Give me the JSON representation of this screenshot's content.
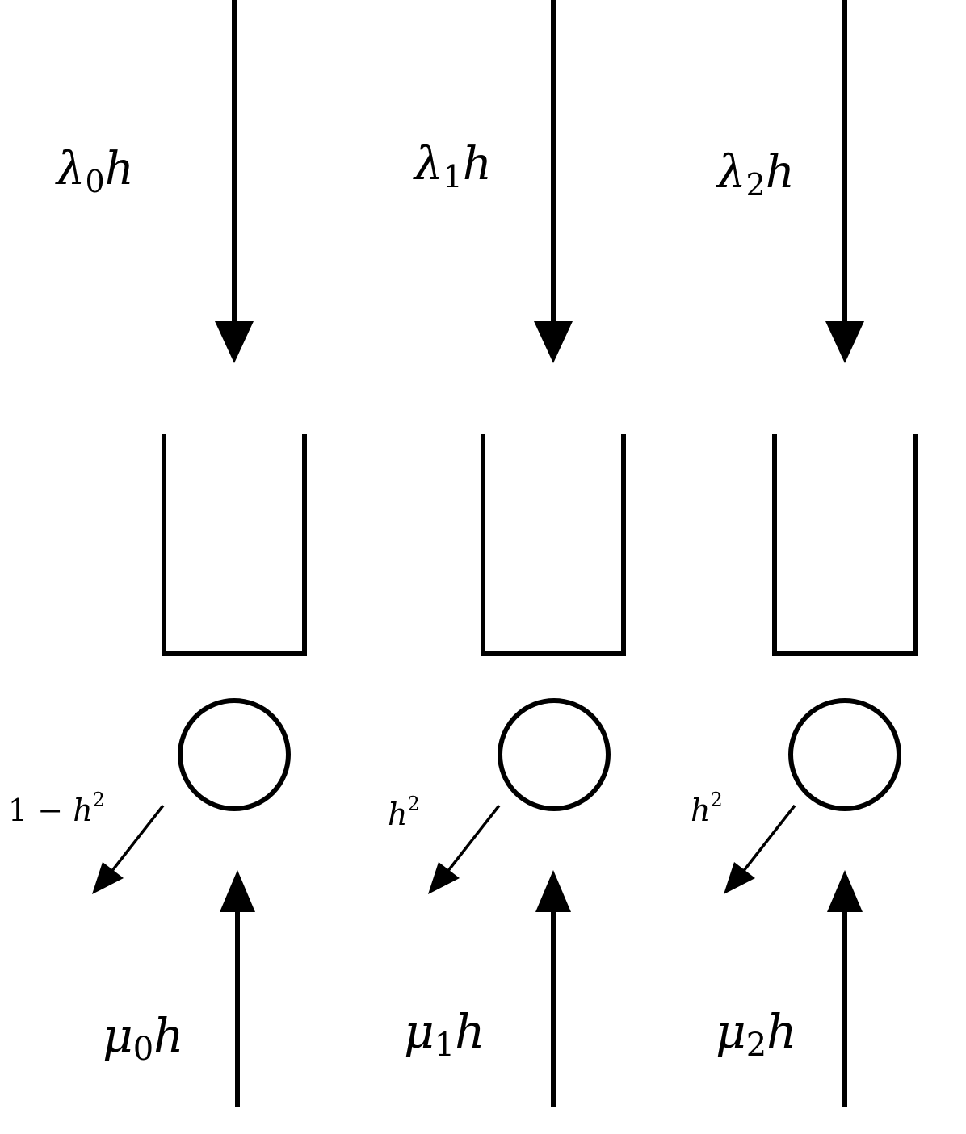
{
  "colors": {
    "ink": "#000000",
    "background": "#ffffff"
  },
  "columns": [
    {
      "arrival": {
        "symbol": "λ",
        "subscript": "0",
        "suffix": "h"
      },
      "service": {
        "symbol": "μ",
        "subscript": "0",
        "suffix": "h"
      },
      "exit": {
        "prefix": "1 − ",
        "base": "h",
        "superscript": "2"
      }
    },
    {
      "arrival": {
        "symbol": "λ",
        "subscript": "1",
        "suffix": "h"
      },
      "service": {
        "symbol": "μ",
        "subscript": "1",
        "suffix": "h"
      },
      "exit": {
        "prefix": "",
        "base": "h",
        "superscript": "2"
      }
    },
    {
      "arrival": {
        "symbol": "λ",
        "subscript": "2",
        "suffix": "h"
      },
      "service": {
        "symbol": "μ",
        "subscript": "2",
        "suffix": "h"
      },
      "exit": {
        "prefix": "",
        "base": "h",
        "superscript": "2"
      }
    }
  ]
}
